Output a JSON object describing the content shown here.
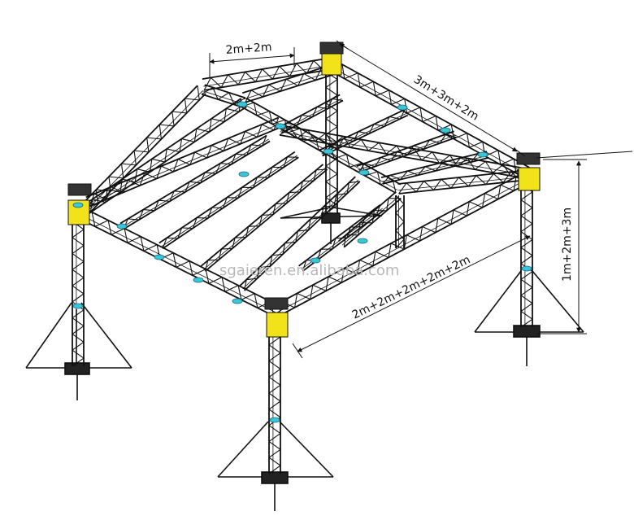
{
  "dimensions": {
    "top_width": "2m+2m",
    "side_depth": "3m+3m+2m",
    "front_length": "2m+2m+2m+2m+2m",
    "height": "1m+2m+3m"
  },
  "watermark": "sgaieren.en.alibaba.com",
  "colors": {
    "truss": "#111111",
    "connector": "#f2e21a",
    "clamp": "#39c6d8",
    "background": "#ffffff"
  }
}
